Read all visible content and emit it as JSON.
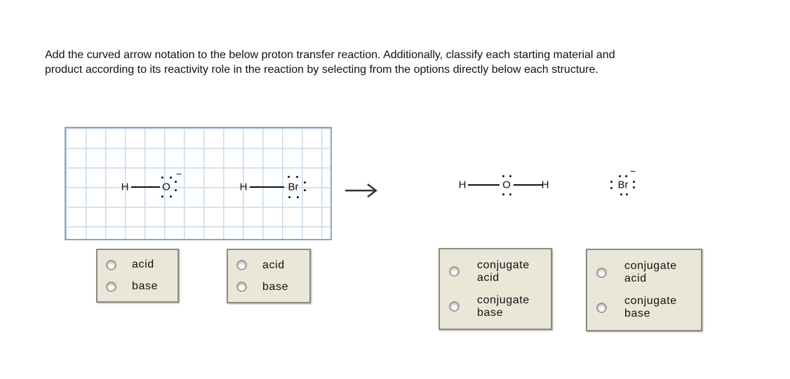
{
  "instructions": {
    "line1": "Add the curved arrow notation to the below proton transfer reaction. Additionally, classify each starting material and",
    "line2": "product according to its reactivity role in the reaction by selecting from the options directly below each structure."
  },
  "reaction": {
    "arrow_icon": "right-arrow",
    "reactants": {
      "hydroxide": {
        "h": "H",
        "o": "O",
        "charge": "−"
      },
      "hydrogen_bromide": {
        "h": "H",
        "br": "Br"
      }
    },
    "products": {
      "water": {
        "h1": "H",
        "o": "O",
        "h2": "H"
      },
      "bromide": {
        "br": "Br",
        "charge": "−"
      }
    }
  },
  "choice_boxes": {
    "reactant1": {
      "options": [
        "acid",
        "base"
      ]
    },
    "reactant2": {
      "options": [
        "acid",
        "base"
      ]
    },
    "product1": {
      "options": [
        "conjugate acid",
        "conjugate base"
      ]
    },
    "product2": {
      "options": [
        "conjugate acid",
        "conjugate base"
      ]
    }
  },
  "colors": {
    "grid_line": "#c7dbee",
    "grid_border": "#96a3b0",
    "choice_box_bg": "#eae7d9",
    "choice_box_border": "#8b8b82"
  }
}
